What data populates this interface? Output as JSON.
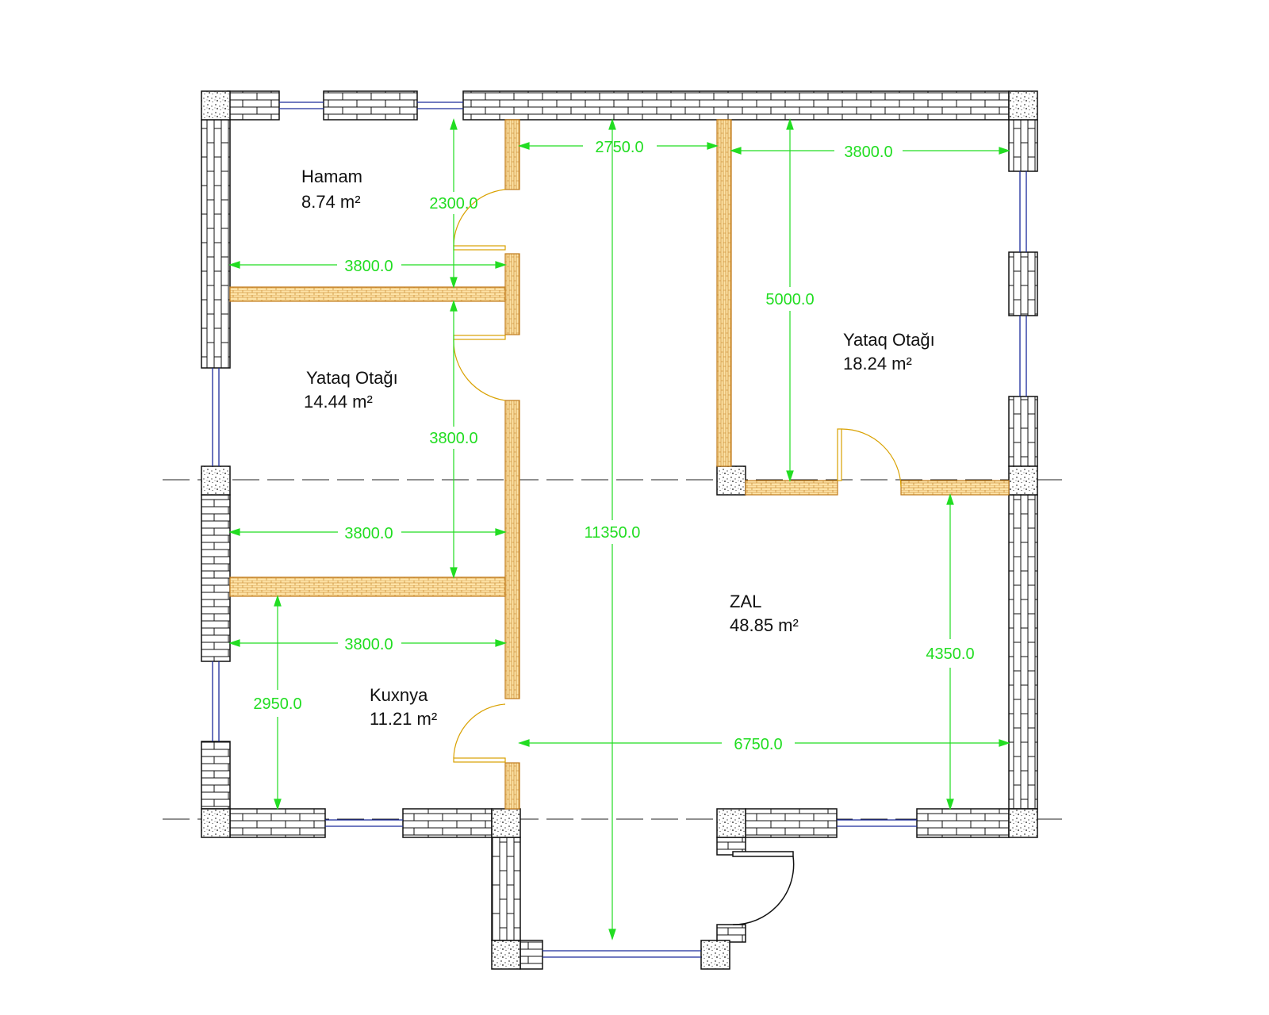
{
  "rooms": [
    {
      "name": "Hamam",
      "area": "8.74 m²"
    },
    {
      "name": "Yataq Otağı",
      "area": "14.44 m²"
    },
    {
      "name": "Kuxnya",
      "area": "11.21 m²"
    },
    {
      "name": "Yataq Otağı",
      "area": "18.24 m²"
    },
    {
      "name": "ZAL",
      "area": "48.85 m²"
    }
  ],
  "dimensions": [
    "2750.0",
    "3800.0",
    "2300.0",
    "3800.0",
    "5000.0",
    "3800.0",
    "11350.0",
    "3800.0",
    "3800.0",
    "4350.0",
    "2950.0",
    "6750.0"
  ],
  "colors": {
    "dimension": "#22dd22",
    "outer_wall_line": "#111111",
    "inner_wall_fill": "#fde3a7",
    "inner_wall_line": "#c07a1a",
    "window_line": "#1a2a9a",
    "door_line": "#d9a100",
    "axis_line": "#222222"
  }
}
